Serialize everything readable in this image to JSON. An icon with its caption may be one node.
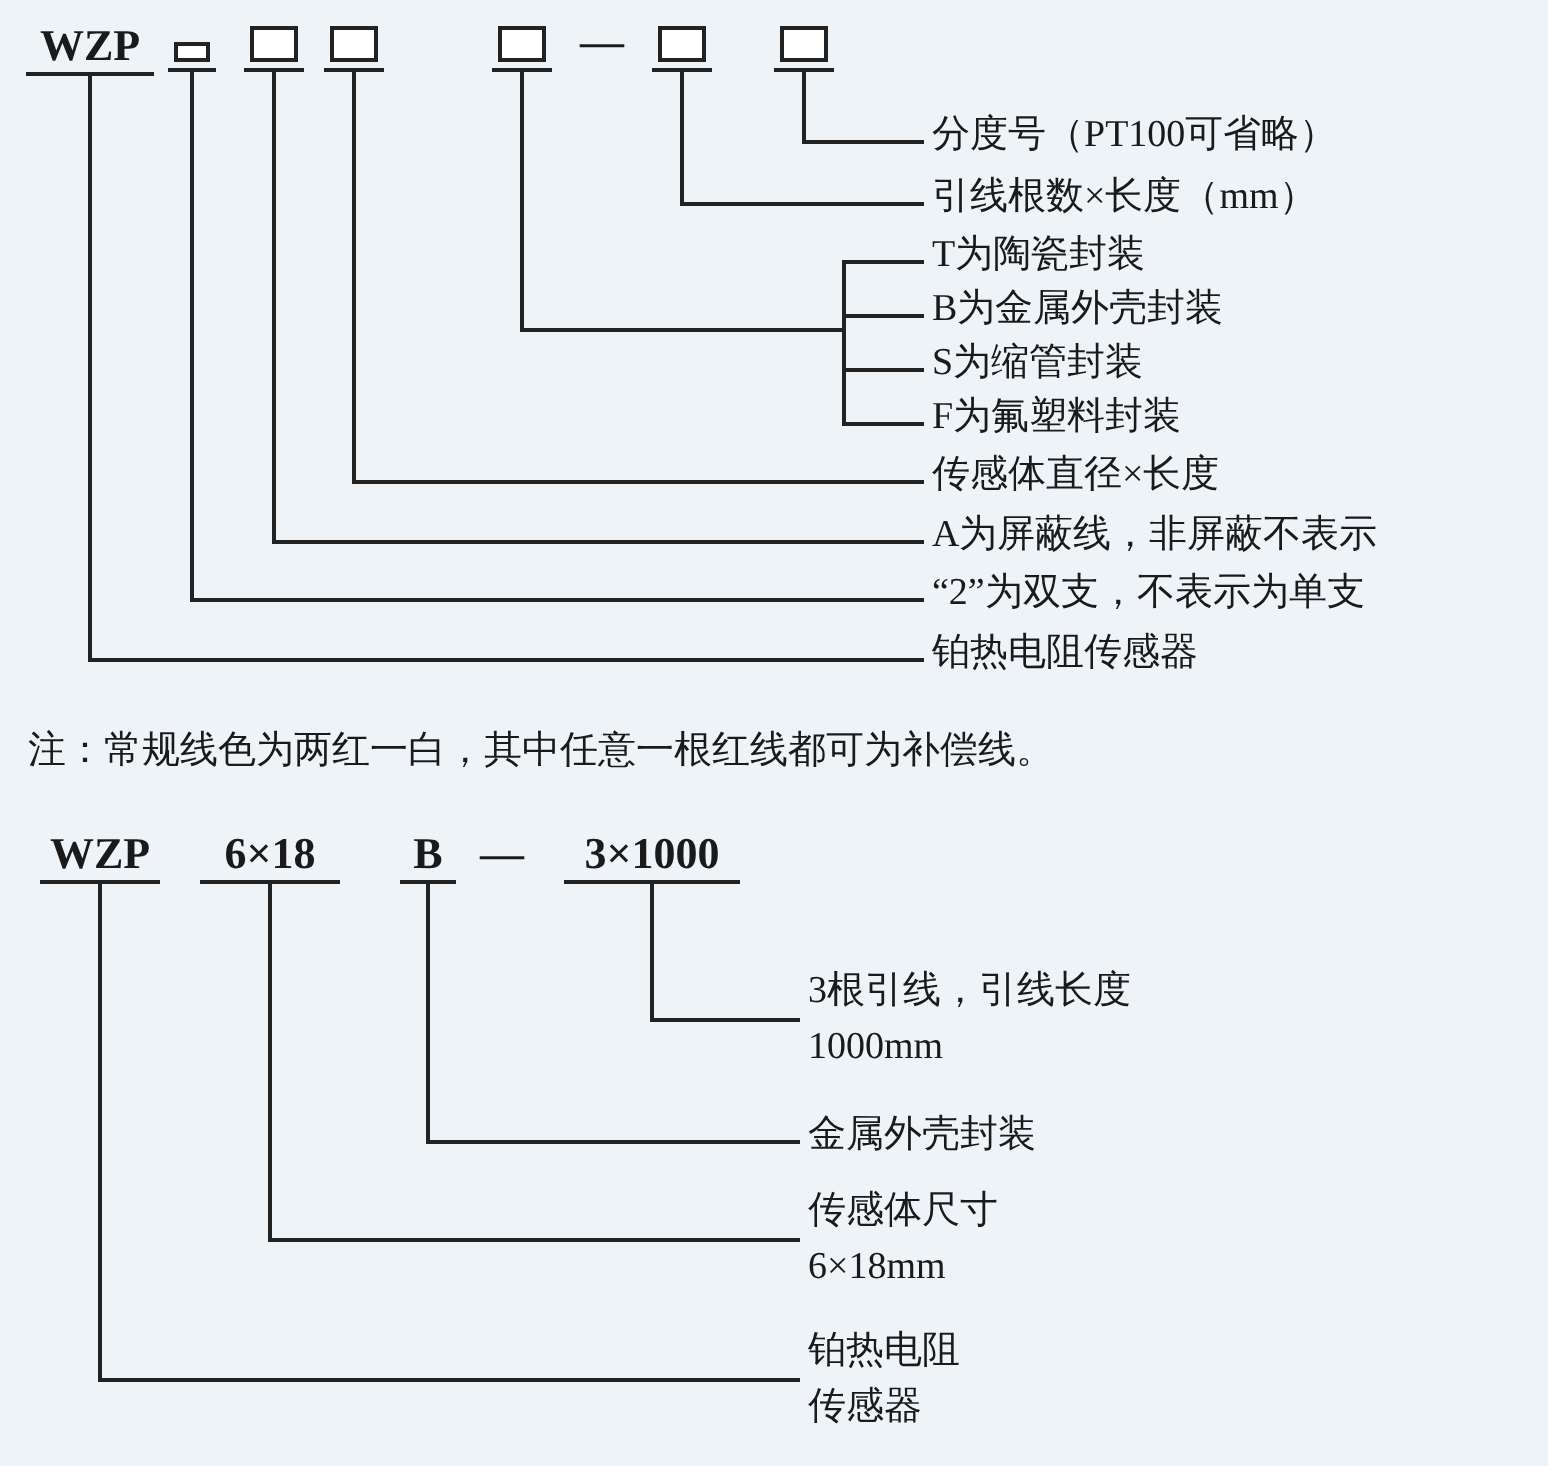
{
  "diagram": {
    "nodes": [
      {
        "text": [
          "WZP"
        ]
      },
      {
        "text": [],
        "shape": "box"
      },
      {
        "text": [],
        "shape": "box"
      },
      {
        "text": [],
        "shape": "box"
      },
      {
        "text": [],
        "shape": "box"
      },
      {
        "text": [],
        "shape": "box"
      },
      {
        "text": [],
        "shape": "box"
      },
      {
        "text": [
          "分度号（PT100可省略）"
        ]
      },
      {
        "text": [
          "引线根数×长度（mm）"
        ]
      },
      {
        "text": [
          "T为陶瓷封装"
        ]
      },
      {
        "text": [
          "B为金属外壳封装"
        ]
      },
      {
        "text": [
          "S为缩管封装"
        ]
      },
      {
        "text": [
          "F为氟塑料封装"
        ]
      },
      {
        "text": [
          "传感体直径×长度"
        ]
      },
      {
        "text": [
          "A为屏蔽线，非屏蔽不表示"
        ]
      },
      {
        "text": [
          "“2”为双支，不表示为单支"
        ]
      },
      {
        "text": [
          "铂热电阻传感器"
        ]
      },
      {
        "text": [
          "WZP"
        ]
      },
      {
        "text": [
          "6×18"
        ]
      },
      {
        "text": [
          "B"
        ]
      },
      {
        "text": [
          "3×1000"
        ]
      },
      {
        "text": [
          "3根引线，引线长度1000mm"
        ]
      },
      {
        "text": [
          "金属外壳封装"
        ]
      },
      {
        "text": [
          "传感体尺寸6×18mm"
        ]
      },
      {
        "text": [
          "铂热电阻传感器"
        ]
      }
    ],
    "edges": [
      {
        "from": 6,
        "to": 7,
        "arrow": "none"
      },
      {
        "from": 5,
        "to": 8,
        "arrow": "none"
      },
      {
        "from": 4,
        "to": 9,
        "arrow": "none"
      },
      {
        "from": 4,
        "to": 10,
        "arrow": "none"
      },
      {
        "from": 4,
        "to": 11,
        "arrow": "none"
      },
      {
        "from": 4,
        "to": 12,
        "arrow": "none"
      },
      {
        "from": 3,
        "to": 13,
        "arrow": "none"
      },
      {
        "from": 2,
        "to": 14,
        "arrow": "none"
      },
      {
        "from": 1,
        "to": 15,
        "arrow": "none"
      },
      {
        "from": 0,
        "to": 16,
        "arrow": "none"
      },
      {
        "from": 20,
        "to": 21,
        "arrow": "none"
      },
      {
        "from": 19,
        "to": 22,
        "arrow": "none"
      },
      {
        "from": 18,
        "to": 23,
        "arrow": "none"
      },
      {
        "from": 17,
        "to": 24,
        "arrow": "none"
      }
    ],
    "labels": [
      "—",
      "注：常规线色为两红一白，其中任意一根红线都可为补偿线。",
      "—"
    ]
  }
}
